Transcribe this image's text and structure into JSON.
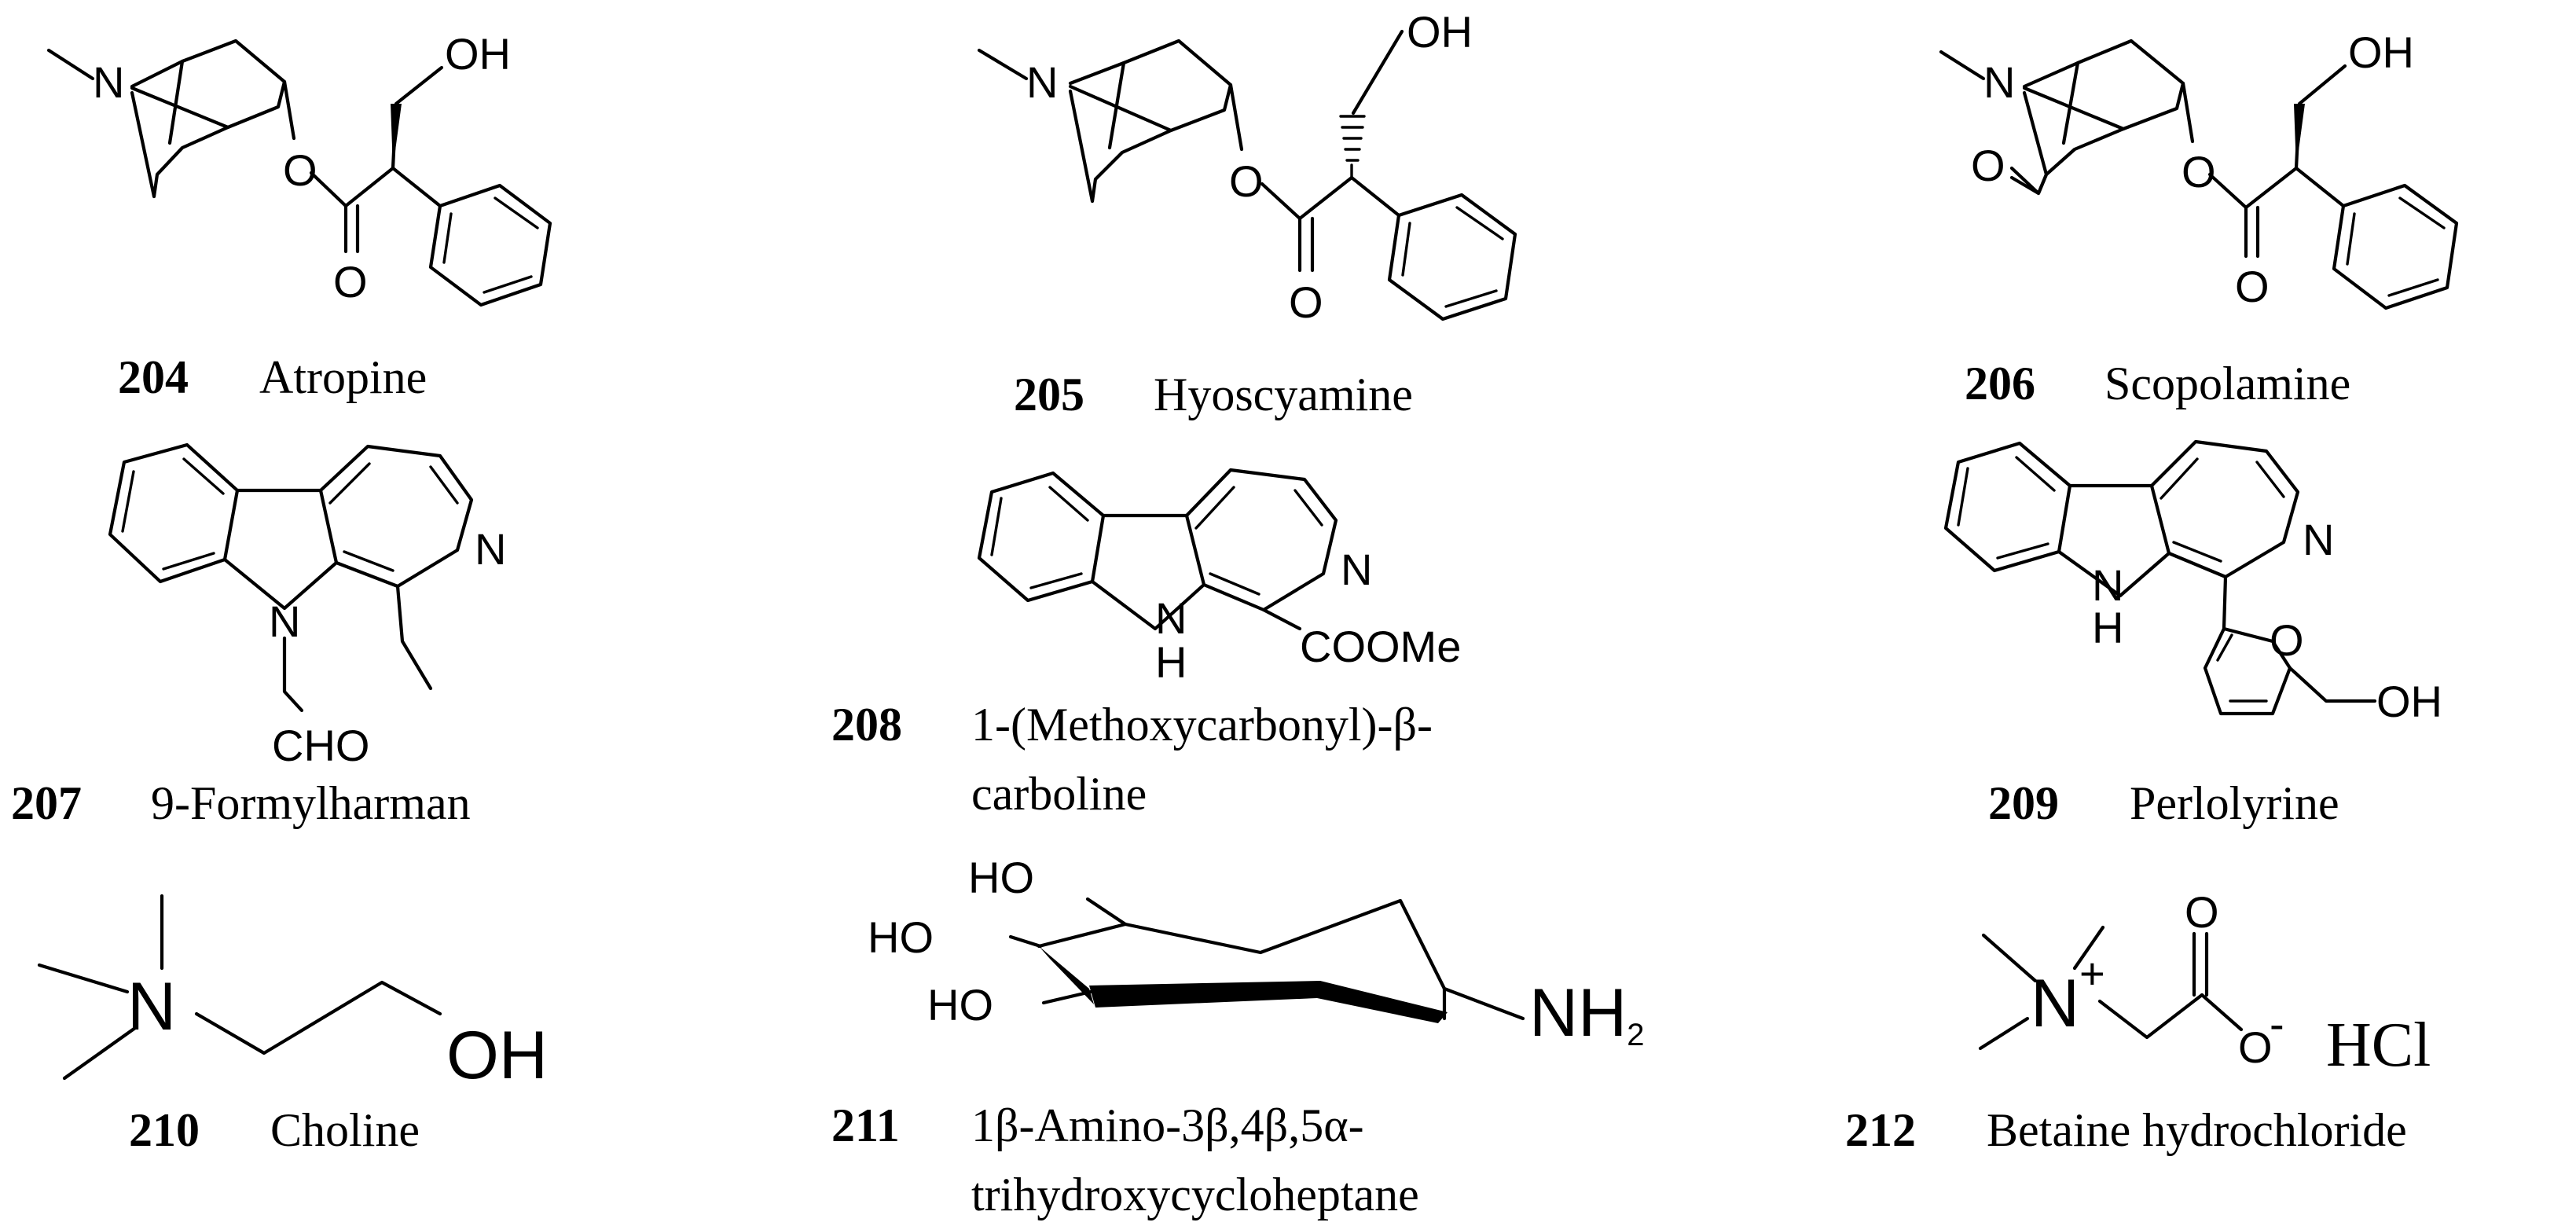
{
  "compounds": [
    {
      "number": "204",
      "name": "Atropine",
      "atoms": {
        "n": "N",
        "oh": "OH",
        "o_ester": "O",
        "o_carbonyl": "O"
      }
    },
    {
      "number": "205",
      "name": "Hyoscyamine",
      "atoms": {
        "n": "N",
        "oh": "OH",
        "o_ester": "O",
        "o_carbonyl": "O"
      }
    },
    {
      "number": "206",
      "name": "Scopolamine",
      "atoms": {
        "n": "N",
        "oh": "OH",
        "o_ester": "O",
        "o_carbonyl": "O",
        "o_epoxide": "O"
      }
    },
    {
      "number": "207",
      "name": "9-Formylharman",
      "atoms": {
        "n_ring": "N",
        "n_indole": "N",
        "cho": "CHO"
      }
    },
    {
      "number": "208",
      "name_line1": "1-(Methoxycarbonyl)-β-",
      "name_line2": "carboline",
      "atoms": {
        "n_ring": "N",
        "nh_n": "N",
        "nh_h": "H",
        "ester": "COOMe"
      }
    },
    {
      "number": "209",
      "name": "Perlolyrine",
      "atoms": {
        "n_ring": "N",
        "nh_n": "N",
        "nh_h": "H",
        "o_furan": "O",
        "oh": "OH"
      }
    },
    {
      "number": "210",
      "name": "Choline",
      "atoms": {
        "n": "N",
        "oh": "OH"
      }
    },
    {
      "number": "211",
      "name_line1": "1β-Amino-3β,4β,5α-",
      "name_line2": "trihydroxycycloheptane",
      "atoms": {
        "ho1": "HO",
        "ho2": "HO",
        "ho3": "HO",
        "nh": "NH",
        "nh_sub": "2"
      }
    },
    {
      "number": "212",
      "name": "Betaine hydrochloride",
      "atoms": {
        "n": "N",
        "n_charge": "+",
        "o_carbonyl": "O",
        "o_minus": "O",
        "o_charge": "-",
        "hcl": "HCl"
      }
    }
  ]
}
